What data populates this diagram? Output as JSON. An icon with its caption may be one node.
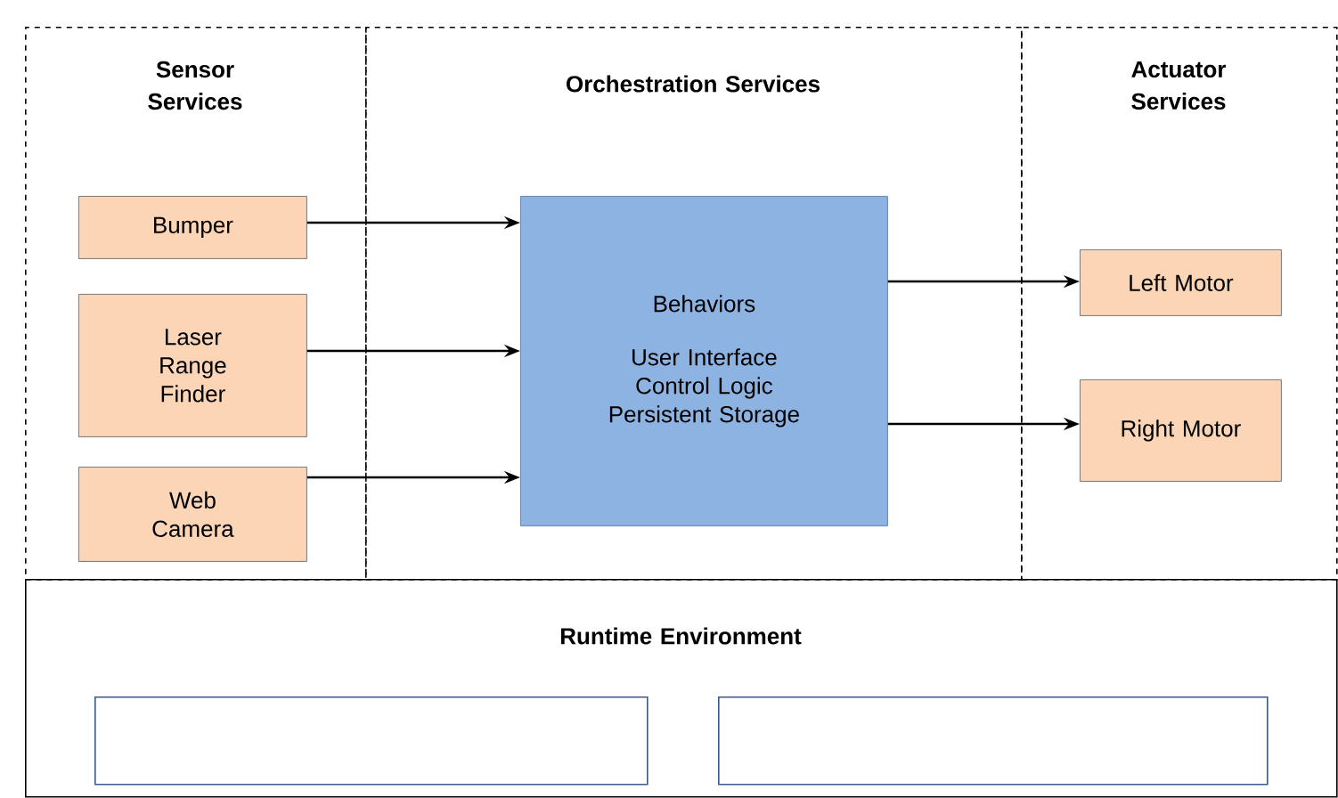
{
  "diagram": {
    "nodes": [
      {
        "text": [
          "Sensor Services"
        ]
      },
      {
        "text": [
          "Bumper"
        ],
        "in": 0
      },
      {
        "text": [
          "Laser Range Finder"
        ],
        "in": 0
      },
      {
        "text": [
          "Web Camera"
        ],
        "in": 0
      },
      {
        "text": [
          "Orchestration Services"
        ]
      },
      {
        "text": [
          "Behaviors",
          "User Interface",
          "Control Logic",
          "Persistent Storage"
        ],
        "in": 4
      },
      {
        "text": [
          "Actuator Services"
        ]
      },
      {
        "text": [
          "Left Motor"
        ],
        "in": 6
      },
      {
        "text": [
          "Right Motor"
        ],
        "in": 6
      },
      {
        "text": [
          "Runtime Environment"
        ]
      },
      {
        "text": [],
        "shape": "box",
        "in": 9
      },
      {
        "text": [],
        "shape": "box",
        "in": 9
      }
    ],
    "edges": [
      {
        "from": 1,
        "to": 5,
        "arrow": "to"
      },
      {
        "from": 2,
        "to": 5,
        "arrow": "to"
      },
      {
        "from": 3,
        "to": 5,
        "arrow": "to"
      },
      {
        "from": 5,
        "to": 7,
        "arrow": "to"
      },
      {
        "from": 5,
        "to": 8,
        "arrow": "to"
      }
    ]
  }
}
